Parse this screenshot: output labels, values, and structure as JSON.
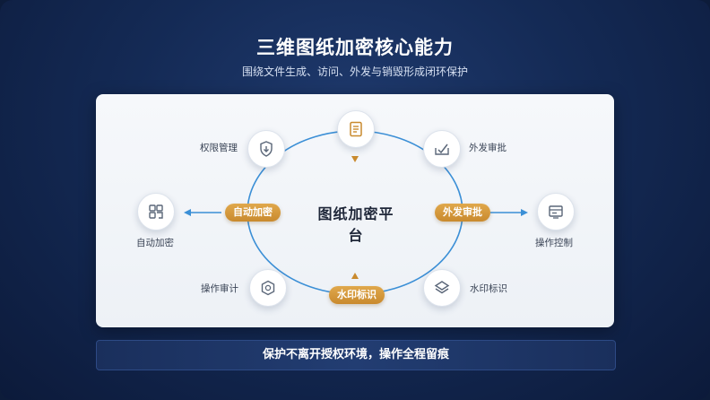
{
  "title": "三维图纸加密核心能力",
  "subtitle": "围绕文件生成、访问、外发与销毁形成闭环保护",
  "center_label": "图纸加密平台",
  "nodes": {
    "top": {
      "icon": "document-icon"
    },
    "permission": {
      "label": "权限管理",
      "icon": "shield-icon"
    },
    "outgoing": {
      "label": "外发审批",
      "icon": "approval-icon"
    },
    "audit": {
      "label": "操作审计",
      "icon": "cube-icon"
    },
    "watermark": {
      "label": "水印标识",
      "icon": "layers-icon"
    },
    "auto_encrypt": {
      "label": "自动加密",
      "icon": "grid-icon"
    },
    "operation_control": {
      "label": "操作控制",
      "icon": "screen-icon"
    }
  },
  "pills": {
    "left": "自动加密",
    "right": "外发审批",
    "bottom": "水印标识"
  },
  "footer": "保护不离开授权环境，操作全程留痕",
  "colors": {
    "ring": "#3b8fd6",
    "accent": "#c98a2e",
    "arrow": "#3b8fd6"
  }
}
